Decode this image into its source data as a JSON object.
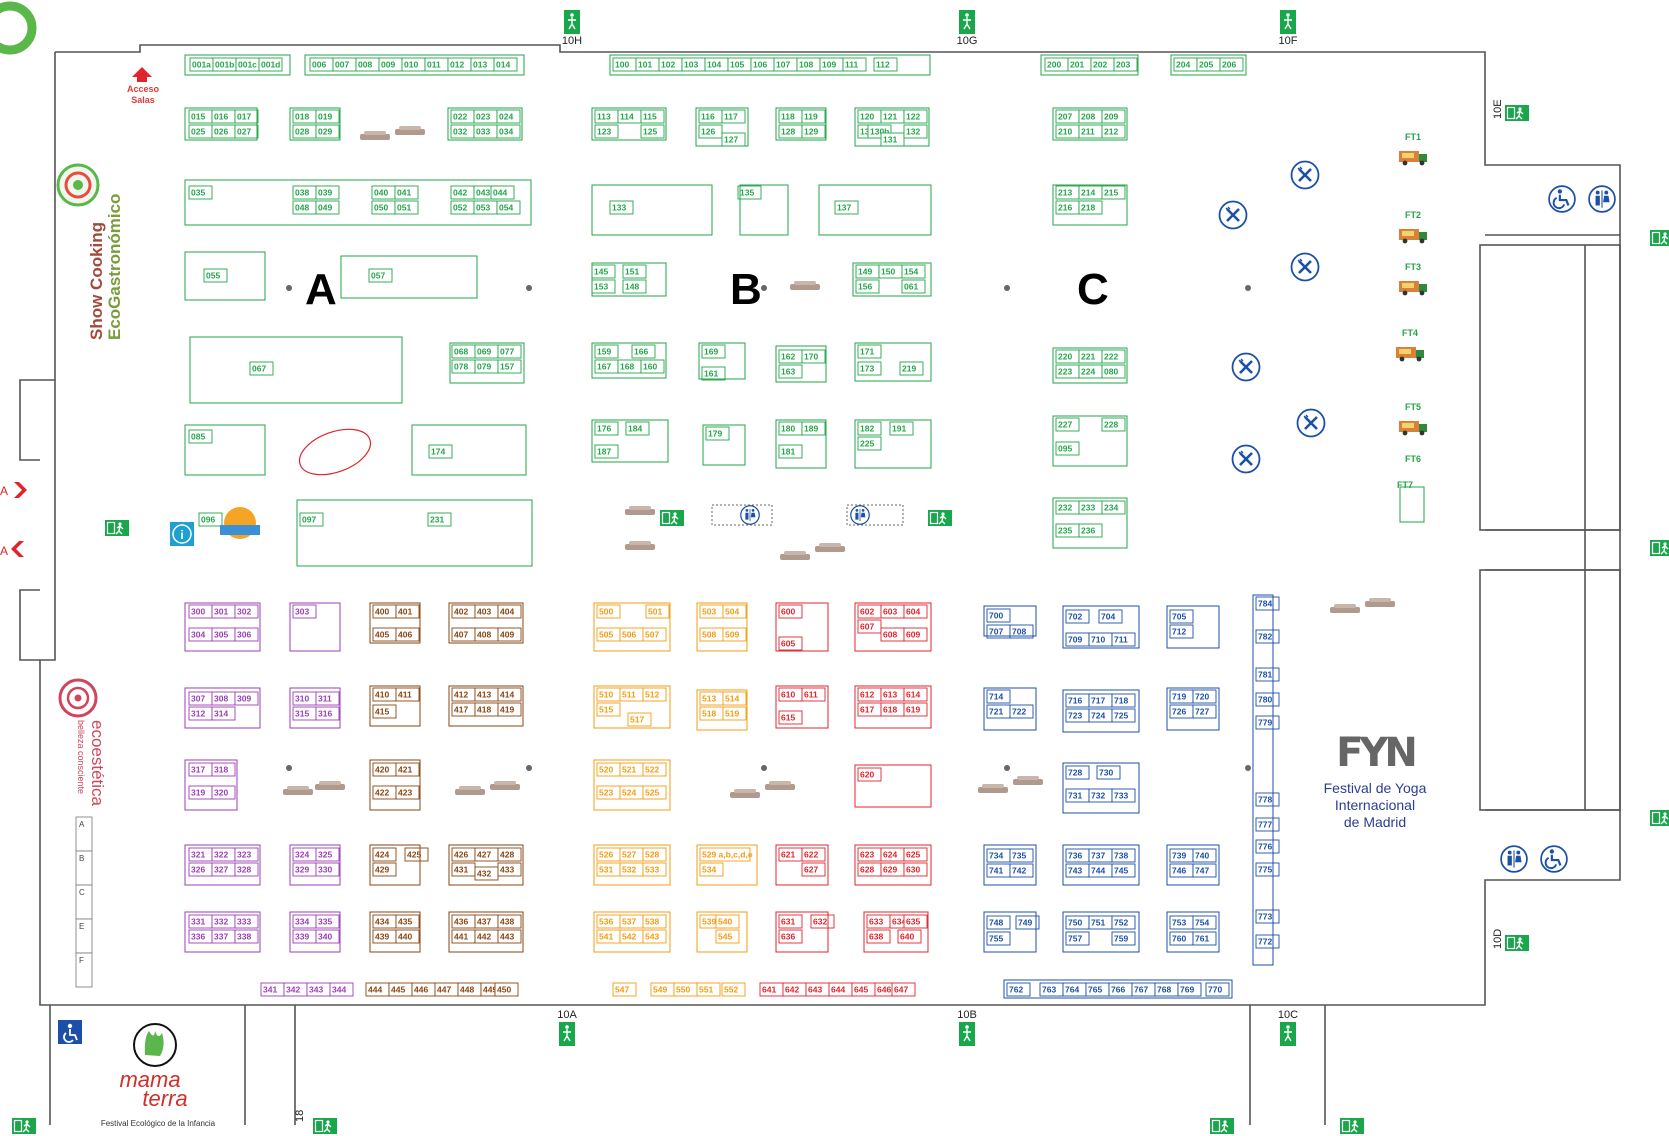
{
  "colors": {
    "green": "#22a64a",
    "purple": "#9b3fb4",
    "brown": "#8a4513",
    "orange": "#f39c12",
    "red": "#e0242c",
    "blue": "#1c4fa8",
    "wall": "#555555",
    "exit_green": "#1aa64b",
    "brand_red": "#d0455a",
    "fyn_text": "#2c3e92"
  },
  "zones": [
    "A",
    "B",
    "C"
  ],
  "entrance": {
    "label": "Acceso Salas",
    "icon": "arrow-up-icon"
  },
  "exits": {
    "top": [
      "10H",
      "10G",
      "10F"
    ],
    "bottom": [
      "10A",
      "10B",
      "10C"
    ],
    "right": [
      "10E",
      "10D"
    ],
    "left_bottom": "18"
  },
  "entry_markers": [
    "A",
    "A"
  ],
  "food_trucks": [
    "FT1",
    "FT2",
    "FT3",
    "FT4",
    "FT5",
    "FT6",
    "FT7"
  ],
  "brands": {
    "show_cooking": {
      "line1": "Show Cooking",
      "line2": "EcoGastronómico"
    },
    "ecoestetica": {
      "name": "ecoestética",
      "tagline": "belleza consciente"
    },
    "mamaterra": {
      "name1": "mama",
      "name2": "terra",
      "tagline": "Festival Ecológico de la Infancia"
    },
    "fyn": {
      "logo": "FYN",
      "line1": "Festival de Yoga",
      "line2": "Internacional",
      "line3": "de Madrid"
    }
  },
  "side_booths": [
    "A",
    "B",
    "C",
    "E",
    "F"
  ],
  "stands": {
    "green": [
      "001a",
      "001b",
      "001c",
      "001d",
      "006",
      "007",
      "008",
      "009",
      "010",
      "011",
      "012",
      "013",
      "014",
      "100",
      "101",
      "102",
      "103",
      "104",
      "105",
      "106",
      "107",
      "108",
      "109",
      "111",
      "112",
      "200",
      "201",
      "202",
      "203",
      "204",
      "205",
      "206",
      "015",
      "016",
      "017",
      "025",
      "026",
      "027",
      "018",
      "019",
      "028",
      "029",
      "022",
      "023",
      "024",
      "032",
      "033",
      "034",
      "113",
      "114",
      "115",
      "123",
      "125",
      "116",
      "117",
      "126",
      "127",
      "118",
      "119",
      "128",
      "129",
      "120",
      "121",
      "122",
      "130d",
      "130b",
      "131",
      "132",
      "207",
      "208",
      "209",
      "210",
      "211",
      "212",
      "035",
      "038",
      "039",
      "048",
      "049",
      "040",
      "041",
      "050",
      "051",
      "042",
      "043",
      "044",
      "052",
      "053",
      "054",
      "133",
      "135",
      "137",
      "213",
      "214",
      "215",
      "216",
      "218",
      "055",
      "057",
      "145",
      "151",
      "153",
      "148",
      "149",
      "150",
      "154",
      "156",
      "061",
      "067",
      "068",
      "069",
      "077",
      "078",
      "079",
      "157",
      "159",
      "166",
      "167",
      "168",
      "160",
      "169",
      "161",
      "162",
      "170",
      "163",
      "171",
      "173",
      "219",
      "220",
      "221",
      "222",
      "223",
      "224",
      "080",
      "085",
      "174",
      "176",
      "184",
      "187",
      "179",
      "180",
      "189",
      "181",
      "182",
      "191",
      "225",
      "227",
      "228",
      "095",
      "096",
      "097",
      "231",
      "232",
      "233",
      "234",
      "235",
      "236"
    ],
    "purple": [
      "300",
      "301",
      "302",
      "304",
      "305",
      "306",
      "303",
      "307",
      "308",
      "309",
      "312",
      "314",
      "310",
      "311",
      "315",
      "316",
      "317",
      "318",
      "319",
      "320",
      "321",
      "322",
      "323",
      "326",
      "327",
      "328",
      "324",
      "325",
      "329",
      "330",
      "331",
      "332",
      "333",
      "336",
      "337",
      "338",
      "334",
      "335",
      "339",
      "340",
      "341",
      "342",
      "343",
      "344"
    ],
    "brown": [
      "400",
      "401",
      "405",
      "406",
      "402",
      "403",
      "404",
      "407",
      "408",
      "409",
      "410",
      "411",
      "415",
      "412",
      "413",
      "414",
      "417",
      "418",
      "419",
      "420",
      "421",
      "422",
      "423",
      "424",
      "425",
      "429",
      "426",
      "427",
      "428",
      "431",
      "432",
      "433",
      "434",
      "435",
      "439",
      "440",
      "436",
      "437",
      "438",
      "441",
      "442",
      "443",
      "444",
      "445",
      "446",
      "447",
      "448",
      "449",
      "450"
    ],
    "orange": [
      "500",
      "501",
      "505",
      "506",
      "507",
      "503",
      "504",
      "508",
      "509",
      "510",
      "511",
      "512",
      "515",
      "517",
      "513",
      "514",
      "518",
      "519",
      "520",
      "521",
      "522",
      "523",
      "524",
      "525",
      "526",
      "527",
      "528",
      "531",
      "532",
      "533",
      "529 a,b,c,d,e",
      "534",
      "536",
      "537",
      "538",
      "541",
      "542",
      "543",
      "539",
      "540",
      "545",
      "547",
      "549",
      "550",
      "551",
      "552"
    ],
    "red": [
      "600",
      "605",
      "602",
      "603",
      "604",
      "607",
      "608",
      "609",
      "610",
      "611",
      "615",
      "612",
      "613",
      "614",
      "617",
      "618",
      "619",
      "620",
      "621",
      "622",
      "627",
      "623",
      "624",
      "625",
      "628",
      "629",
      "630",
      "631",
      "632",
      "636",
      "633",
      "634",
      "635",
      "638",
      "640",
      "641",
      "642",
      "643",
      "644",
      "645",
      "646",
      "647"
    ],
    "blue": [
      "700",
      "707",
      "708",
      "702",
      "704",
      "709",
      "710",
      "711",
      "705",
      "712",
      "714",
      "721",
      "722",
      "716",
      "717",
      "718",
      "723",
      "724",
      "725",
      "719",
      "720",
      "726",
      "727",
      "728",
      "730",
      "731",
      "732",
      "733",
      "734",
      "735",
      "741",
      "742",
      "736",
      "737",
      "738",
      "743",
      "744",
      "745",
      "739",
      "740",
      "746",
      "747",
      "748",
      "749",
      "755",
      "750",
      "751",
      "752",
      "757",
      "759",
      "753",
      "754",
      "760",
      "761",
      "762",
      "763",
      "764",
      "765",
      "766",
      "767",
      "768",
      "769",
      "770",
      "784",
      "782",
      "781",
      "780",
      "779",
      "778",
      "777",
      "776",
      "775",
      "773",
      "772"
    ]
  }
}
